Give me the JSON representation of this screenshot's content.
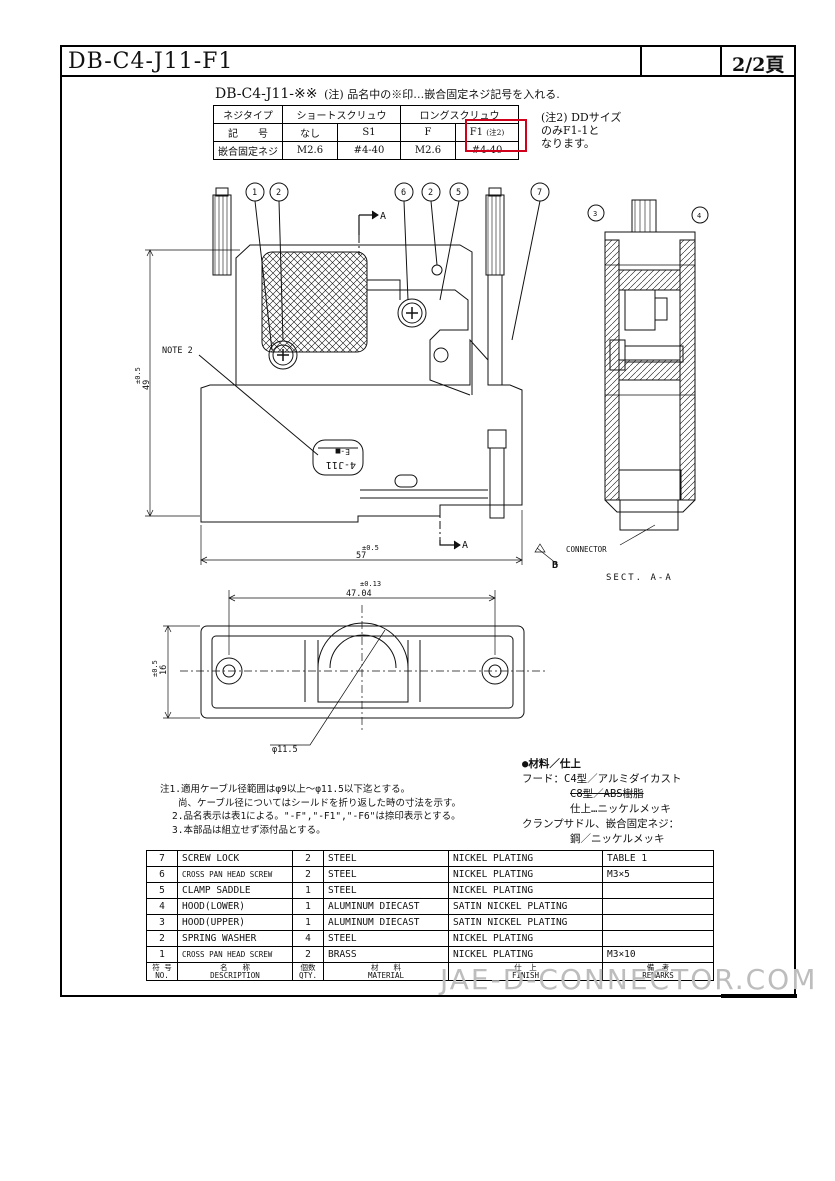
{
  "title": "DB-C4-J11-F1",
  "page": "2/2頁",
  "header": {
    "part_code": "DB-C4-J11-※※",
    "note": "(注) 品名中の※印…嵌合固定ネジ記号を入れる."
  },
  "spec_table": {
    "col1": "ネジタイプ",
    "short_screw": "ショートスクリュウ",
    "long_screw": "ロングスクリュウ",
    "row_symbol": "記　　号",
    "row_fix": "嵌合固定ネジ",
    "symbols": [
      "なし",
      "S1",
      "F",
      "F1"
    ],
    "symbol_note": "(注2)",
    "screws": [
      "M2.6",
      "#4-40",
      "M2.6",
      "#4-40"
    ]
  },
  "note2": [
    "(注2) DDサイズ",
    "のみF1-1と",
    "なります。"
  ],
  "drawing": {
    "balloons": [
      "1",
      "2",
      "6",
      "2",
      "5",
      "7",
      "3",
      "4"
    ],
    "section_mark": "A",
    "note_label": "NOTE 2",
    "marking": "4-J11",
    "marking_top": "E-■",
    "dim_height": "49",
    "dim_height_tol": "±0.5",
    "dim_width": "57",
    "dim_width_tol": "±0.5",
    "dim_pitch": "47.04",
    "dim_pitch_tol": "±0.13",
    "dim_depth": "16",
    "dim_depth_tol": "±0.5",
    "dim_cable": "φ11.5",
    "connector_label": "CONNECTOR",
    "ref_b": "B",
    "section_label": "SECT. A-A"
  },
  "notes": [
    "注1.適用ケーブル径範囲はφ9以上〜φ11.5以下迄とする。",
    "尚、ケーブル径についてはシールドを折り返した時の寸法を示す。",
    "2.品名表示は表1による。\"-F\",\"-F1\",\"-F6\"は捺印表示とする。",
    "3.本部品は組立せず添付品とする。"
  ],
  "material": {
    "heading": "●材料／仕上",
    "hood": "フード：C4型／アルミダイカスト",
    "hood_struck": "C8型／ABS樹脂",
    "finish": "仕上…ニッケルメッキ",
    "clamp": "クランプサドル、嵌合固定ネジ：",
    "clamp_mat": "鋼／ニッケルメッキ"
  },
  "bom": {
    "rows": [
      {
        "no": "7",
        "desc": "SCREW LOCK",
        "qty": "2",
        "material": "STEEL",
        "finish": "NICKEL PLATING",
        "remarks": "TABLE 1"
      },
      {
        "no": "6",
        "desc": "CROSS PAN HEAD SCREW",
        "qty": "2",
        "material": "STEEL",
        "finish": "NICKEL PLATING",
        "remarks": "M3×5"
      },
      {
        "no": "5",
        "desc": "CLAMP SADDLE",
        "qty": "1",
        "material": "STEEL",
        "finish": "NICKEL PLATING",
        "remarks": ""
      },
      {
        "no": "4",
        "desc": "HOOD(LOWER)",
        "qty": "1",
        "material": "ALUMINUM DIECAST",
        "finish": "SATIN NICKEL PLATING",
        "remarks": ""
      },
      {
        "no": "3",
        "desc": "HOOD(UPPER)",
        "qty": "1",
        "material": "ALUMINUM DIECAST",
        "finish": "SATIN NICKEL PLATING",
        "remarks": ""
      },
      {
        "no": "2",
        "desc": "SPRING WASHER",
        "qty": "4",
        "material": "STEEL",
        "finish": "NICKEL PLATING",
        "remarks": ""
      },
      {
        "no": "1",
        "desc": "CROSS PAN HEAD SCREW",
        "qty": "2",
        "material": "BRASS",
        "finish": "NICKEL PLATING",
        "remarks": "M3×10"
      }
    ],
    "header": {
      "no_jp": "符 号",
      "no": "NO.",
      "desc_jp": "名　　称",
      "desc": "DESCRIPTION",
      "qty_jp": "個数",
      "qty": "QTY.",
      "mat_jp": "材　　料",
      "mat": "MATERIAL",
      "fin_jp": "仕　上",
      "fin": "FINISH",
      "rem_jp": "備　考",
      "rem": "REMARKS"
    }
  },
  "watermark": "JAE-D-CONNECTOR.COM"
}
